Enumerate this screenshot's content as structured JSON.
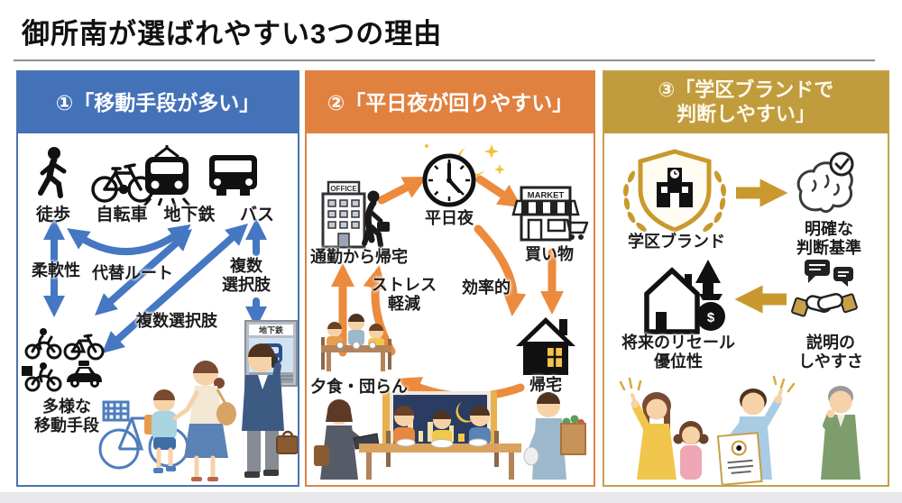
{
  "page": {
    "title": "御所南が選ばれやすい3つの理由",
    "background_color": "#ffffff",
    "footer_strip_color": "#e8e8ea"
  },
  "panels": {
    "transport": {
      "title": "①「移動手段が多い」",
      "accent_color": "#4472b8",
      "arrow_color": "#4577c2",
      "modes": [
        {
          "label": "徒歩",
          "icon": "walker-icon"
        },
        {
          "label": "自転車",
          "icon": "bicycle-icon"
        },
        {
          "label": "地下鉄",
          "icon": "subway-train-icon"
        },
        {
          "label": "バス",
          "icon": "bus-icon"
        }
      ],
      "flexibility_label": "柔軟性",
      "alt_route_label": "代替ルート",
      "multi_choice_center_label": "複数選択肢",
      "multi_choice_right_label": "複数\n選択肢",
      "diverse_label": "多様な\n移動手段",
      "subway_sign_label": "地下鉄",
      "extra_mode_icons": [
        "scooter-icon",
        "small-bicycle-icon",
        "delivery-scooter-icon",
        "taxi-icon"
      ]
    },
    "weeknight": {
      "title": "②「平日夜が回りやすい」",
      "accent_color": "#e0813f",
      "arrow_color": "#ec8b3d",
      "office_sign": "OFFICE",
      "market_sign": "MARKET",
      "commute_label": "通勤から帰宅",
      "night_label": "平日夜",
      "shopping_label": "買い物",
      "home_label": "帰宅",
      "dinner_label": "夕食・団らん",
      "efficient_label": "効率的",
      "stress_label": "ストレス\n軽減"
    },
    "brand": {
      "title": "③「学区ブランドで\n判断しやすい」",
      "accent_color": "#c19c3d",
      "arrow_color": "#c9992e",
      "brand_label": "学区ブランド",
      "criteria_label": "明確な\n判断基準",
      "resale_label": "将来のリセール\n優位性",
      "explain_label": "説明の\nしやすさ",
      "money_bag_symbol": "$"
    }
  }
}
